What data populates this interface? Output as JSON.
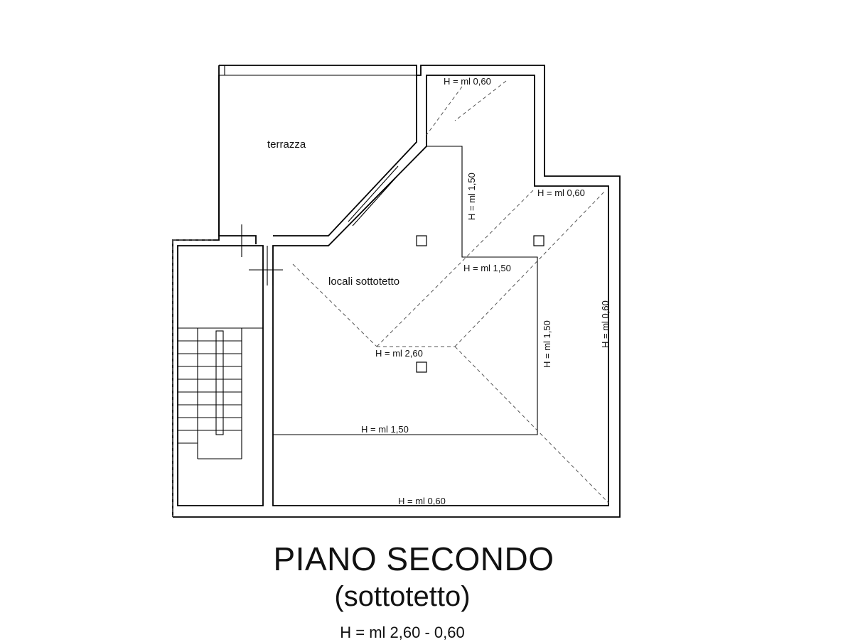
{
  "rooms": {
    "terrace": "terrazza",
    "attic": "locali sottotetto"
  },
  "heights": {
    "top_room": "H = ml 0,60",
    "right_upper": "H = ml 0,60",
    "wall_vertical_upper": "H = ml 1,50",
    "inner_step": "H = ml 1,50",
    "center_ridge": "H = ml 2,60",
    "inner_vertical": "H = ml 1,50",
    "right_vertical": "H = ml 0,60",
    "lower_line": "H = ml 1,50",
    "bottom": "H = ml 0,60"
  },
  "titles": {
    "main": "PIANO SECONDO",
    "sub": "(sottotetto)",
    "height_range": "H = ml 2,60 - 0,60"
  }
}
